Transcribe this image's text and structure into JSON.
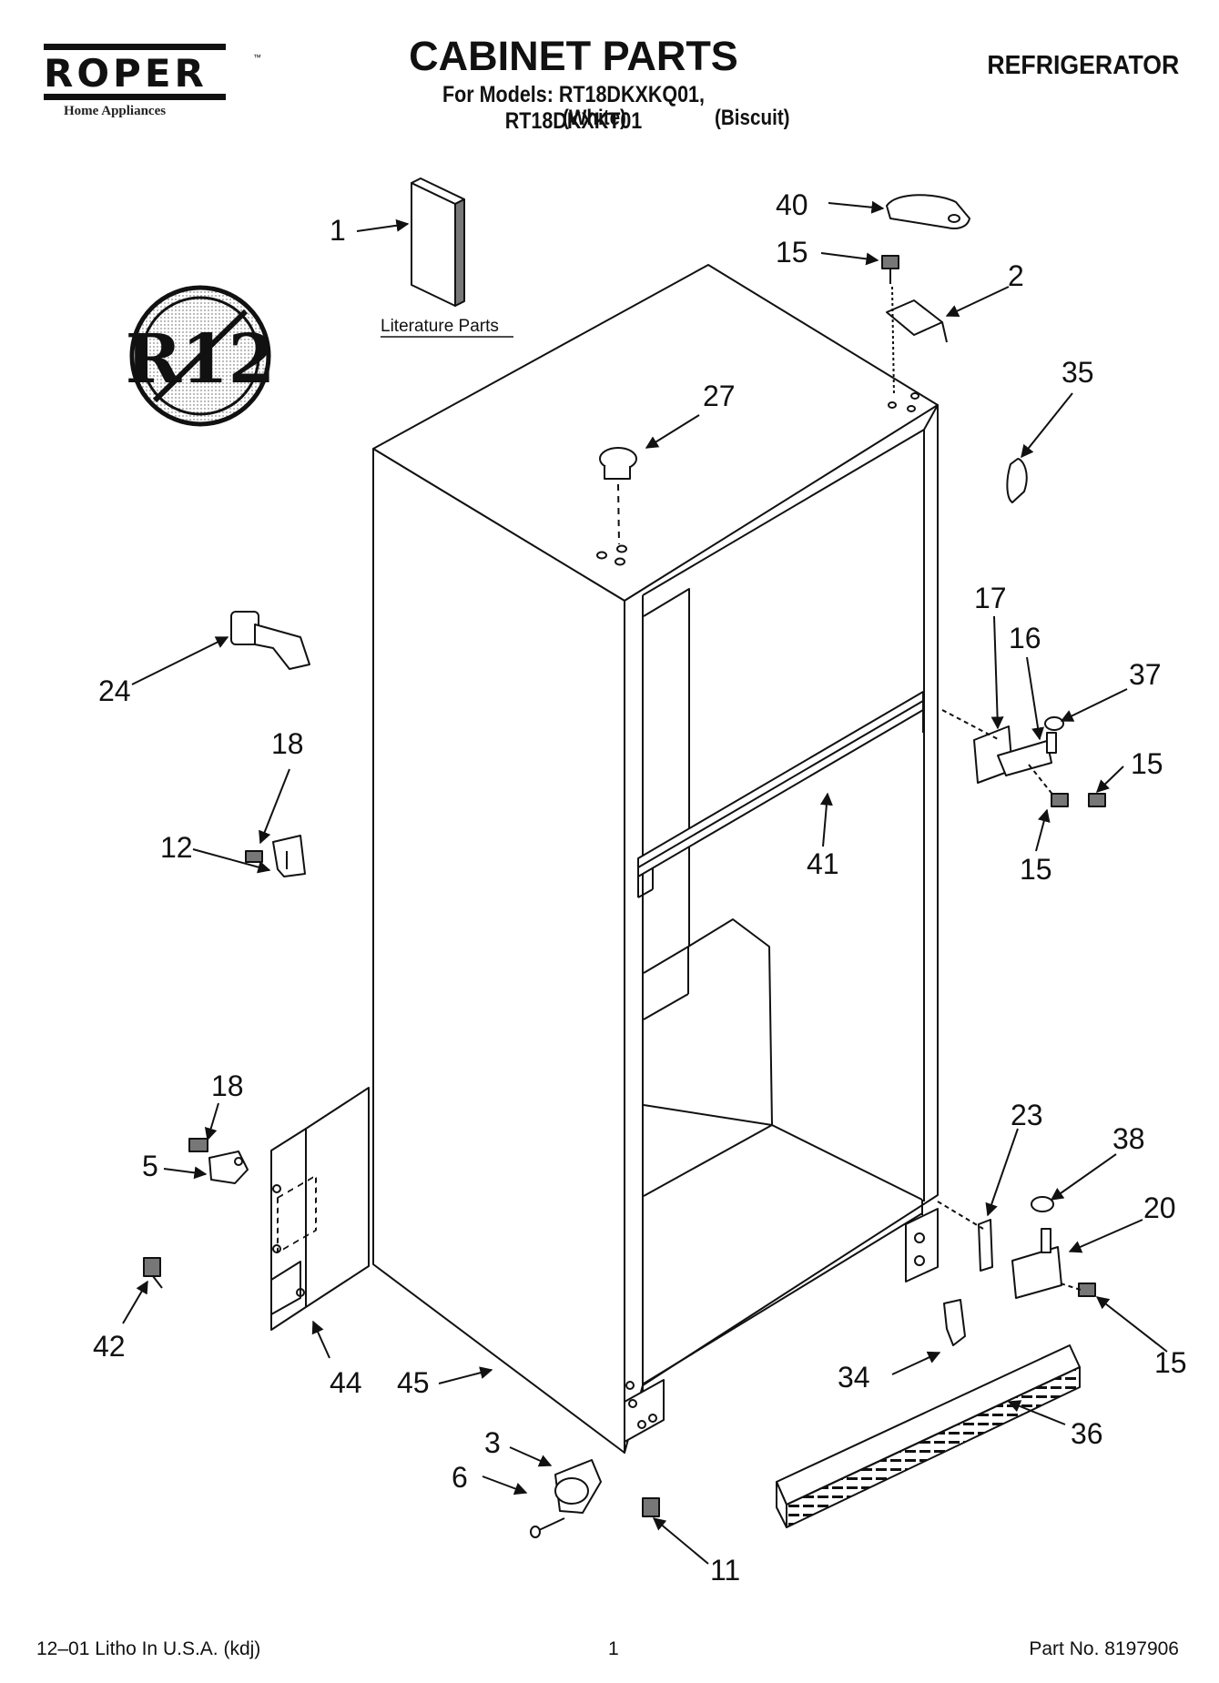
{
  "header": {
    "brand": "ROPER",
    "trademark": "™",
    "brand_subtitle": "Home Appliances",
    "title": "CABINET PARTS",
    "models_line": "For Models: RT18DKXKQ01, RT18DKXKT01",
    "variant_1": "(White)",
    "variant_2": "(Biscuit)",
    "category": "REFRIGERATOR"
  },
  "badge": {
    "text": "R12",
    "meaning": "no-r12-symbol"
  },
  "literature": {
    "label": "Literature Parts"
  },
  "callouts": {
    "c1": "1",
    "c40": "40",
    "c15a": "15",
    "c2": "2",
    "c35": "35",
    "c27": "27",
    "c24": "24",
    "c18a": "18",
    "c12": "12",
    "c17": "17",
    "c16": "16",
    "c37": "37",
    "c15b": "15",
    "c15c": "15",
    "c41": "41",
    "c18b": "18",
    "c5": "5",
    "c42": "42",
    "c44": "44",
    "c45": "45",
    "c23": "23",
    "c38": "38",
    "c20": "20",
    "c15d": "15",
    "c34": "34",
    "c36": "36",
    "c3": "3",
    "c6": "6",
    "c11": "11"
  },
  "footer": {
    "left": "12–01 Litho In U.S.A. (kdj)",
    "center": "1",
    "right": "Part No. 8197906"
  }
}
